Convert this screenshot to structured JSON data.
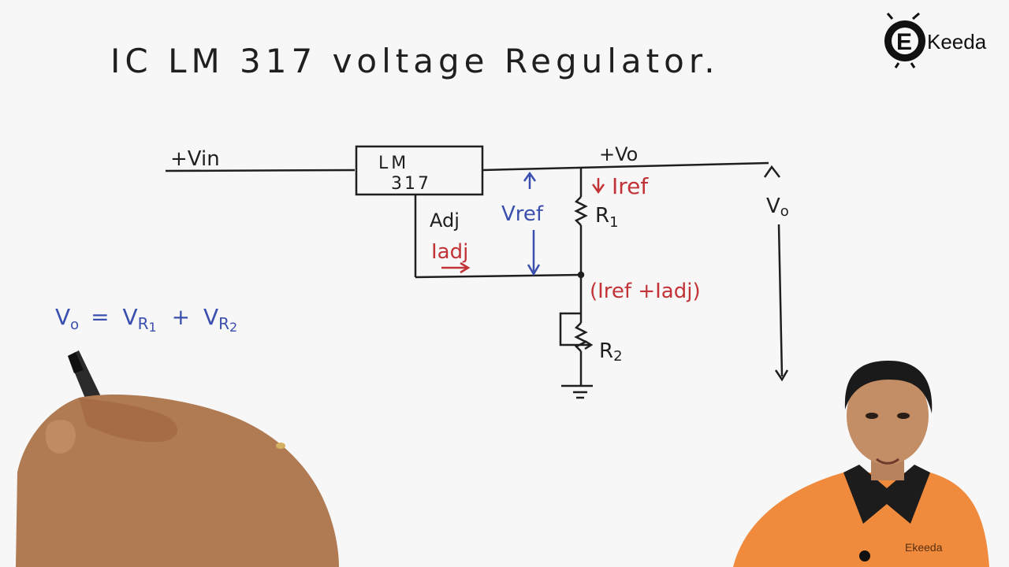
{
  "title": "IC LM 317 voltage Regulator.",
  "brand": {
    "logo_letter": "E",
    "logo_text": "Keeda",
    "shirt_text": "Ekeeda"
  },
  "circuit": {
    "vin_label": "+Vin",
    "vo_node_label": "+Vo",
    "ic_line1": "LM",
    "ic_line2": "317",
    "adj_label": "Adj",
    "iadj_label": "Iadj",
    "vref_label": "Vref",
    "iref_label": "Iref",
    "r1_label": "R",
    "r1_sub": "1",
    "sum_label": "(Iref +Iadj)",
    "r2_label": "R",
    "r2_sub": "2",
    "vo_label": "V",
    "vo_sub": "o"
  },
  "equation": {
    "lhs": "V",
    "lhs_sub": "o",
    "eq": "=",
    "term1": "V",
    "term1_sub1": "R",
    "term1_sub2": "1",
    "plus": "+",
    "term2": "V",
    "term2_sub1": "R",
    "term2_sub2": "2"
  },
  "colors": {
    "ink_black": "#1f1f1f",
    "ink_blue": "#3a4fae",
    "ink_red": "#c23338",
    "shirt_orange": "#f08a3c"
  }
}
